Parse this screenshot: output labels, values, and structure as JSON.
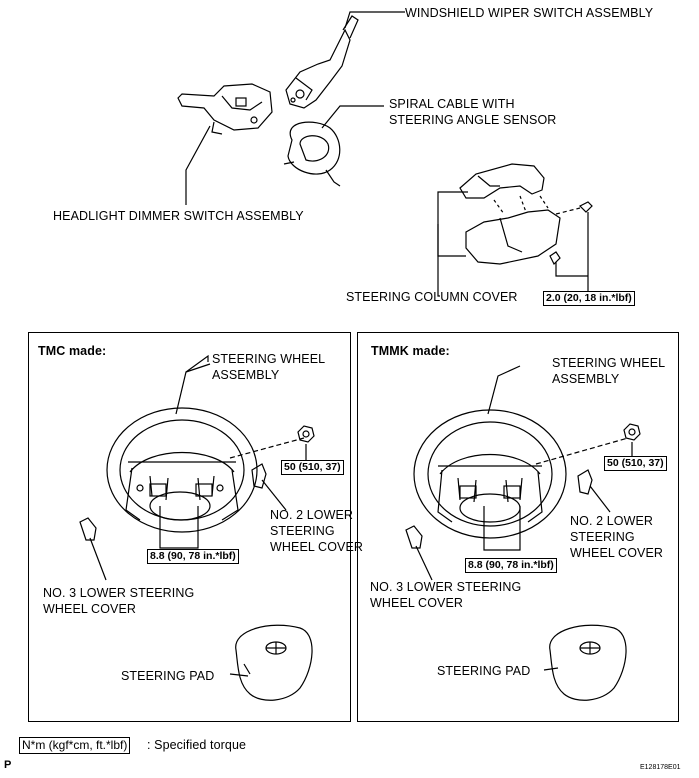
{
  "top": {
    "wiper_switch": "WINDSHIELD WIPER SWITCH ASSEMBLY",
    "spiral_cable_line1": "SPIRAL CABLE WITH",
    "spiral_cable_line2": "STEERING ANGLE SENSOR",
    "headlight_switch": "HEADLIGHT DIMMER SWITCH ASSEMBLY",
    "column_cover": "STEERING COLUMN COVER",
    "column_torque": "2.0 (20, 18 in.*lbf)"
  },
  "tmc": {
    "title": "TMC made:",
    "wheel_line1": "STEERING WHEEL",
    "wheel_line2": "ASSEMBLY",
    "nut_torque": "50 (510, 37)",
    "lower2_line1": "NO. 2 LOWER",
    "lower2_line2": "STEERING",
    "lower2_line3": "WHEEL COVER",
    "screw_torque": "8.8 (90, 78 in.*lbf)",
    "lower3_line1": "NO. 3 LOWER STEERING",
    "lower3_line2": "WHEEL COVER",
    "pad": "STEERING PAD"
  },
  "tmmk": {
    "title": "TMMK made:",
    "wheel_line1": "STEERING WHEEL",
    "wheel_line2": "ASSEMBLY",
    "nut_torque": "50 (510, 37)",
    "lower2_line1": "NO. 2 LOWER",
    "lower2_line2": "STEERING",
    "lower2_line3": "WHEEL COVER",
    "screw_torque": "8.8 (90, 78 in.*lbf)",
    "lower3_line1": "NO. 3 LOWER STEERING",
    "lower3_line2": "WHEEL COVER",
    "pad": "STEERING PAD"
  },
  "legend": {
    "unit": "N*m (kgf*cm, ft.*lbf)",
    "description": ": Specified torque"
  },
  "footer": {
    "left_mark": "P",
    "figure_id": "E128178E01"
  }
}
